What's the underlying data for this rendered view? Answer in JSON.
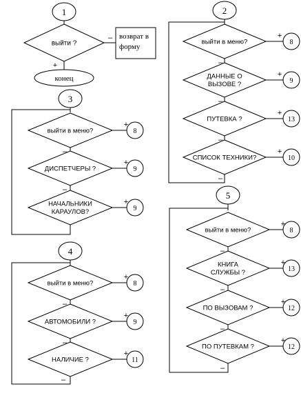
{
  "diagram": {
    "connectors": [
      {
        "id": "c1",
        "label": "1"
      },
      {
        "id": "c2",
        "label": "2"
      },
      {
        "id": "c3",
        "label": "3"
      },
      {
        "id": "c4",
        "label": "4"
      },
      {
        "id": "c5",
        "label": "5"
      }
    ],
    "decisions": [
      {
        "id": "d1_1",
        "lines": [
          "выйти ?"
        ]
      },
      {
        "id": "d2_1",
        "lines": [
          "выйти в меню?"
        ]
      },
      {
        "id": "d2_2",
        "lines": [
          "ДАННЫЕ О",
          "ВЫЗОВЕ ?"
        ]
      },
      {
        "id": "d2_3",
        "lines": [
          "ПУТЕВКА ?"
        ]
      },
      {
        "id": "d2_4",
        "lines": [
          "СПИСОК ТЕХНИКИ?"
        ]
      },
      {
        "id": "d3_1",
        "lines": [
          "выйти в меню?"
        ]
      },
      {
        "id": "d3_2",
        "lines": [
          "ДИСПЕТЧЕРЫ ?"
        ]
      },
      {
        "id": "d3_3",
        "lines": [
          "НАЧАЛЬНИКИ",
          "КАРАУЛОВ?"
        ]
      },
      {
        "id": "d4_1",
        "lines": [
          "выйти в меню?"
        ]
      },
      {
        "id": "d4_2",
        "lines": [
          "АВТОМОБИЛИ ?"
        ]
      },
      {
        "id": "d4_3",
        "lines": [
          "НАЛИЧИЕ ?"
        ]
      },
      {
        "id": "d5_1",
        "lines": [
          "выйти в меню?"
        ]
      },
      {
        "id": "d5_2",
        "lines": [
          "КНИГА",
          "СЛУЖБЫ ?"
        ]
      },
      {
        "id": "d5_3",
        "lines": [
          "ПО ВЫЗОВАМ ?"
        ]
      },
      {
        "id": "d5_4",
        "lines": [
          "ПО ПУТЕВКАМ ?"
        ]
      }
    ],
    "terminals": [
      {
        "id": "end",
        "label": "конец"
      }
    ],
    "processes": [
      {
        "id": "return",
        "lines": [
          "возврат в",
          "форму"
        ]
      }
    ],
    "targets": [
      {
        "id": "t2_1",
        "label": "8"
      },
      {
        "id": "t2_2",
        "label": "9"
      },
      {
        "id": "t2_3",
        "label": "13"
      },
      {
        "id": "t2_4",
        "label": "10"
      },
      {
        "id": "t3_1",
        "label": "8"
      },
      {
        "id": "t3_2",
        "label": "9"
      },
      {
        "id": "t3_3",
        "label": "9"
      },
      {
        "id": "t4_1",
        "label": "8"
      },
      {
        "id": "t4_2",
        "label": "9"
      },
      {
        "id": "t4_3",
        "label": "11"
      },
      {
        "id": "t5_1",
        "label": "8"
      },
      {
        "id": "t5_2",
        "label": "13"
      },
      {
        "id": "t5_3",
        "label": "12"
      },
      {
        "id": "t5_4",
        "label": "12"
      }
    ],
    "branch_labels": {
      "yes": "+",
      "no": "–"
    }
  }
}
